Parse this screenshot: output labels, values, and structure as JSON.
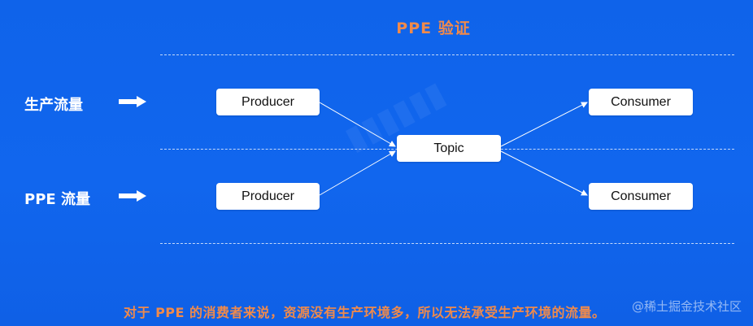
{
  "title": "PPE 验证",
  "lanes": {
    "production": {
      "label": "生产流量"
    },
    "ppe": {
      "label": "PPE  流量"
    }
  },
  "nodes": {
    "producer_top": "Producer",
    "producer_bottom": "Producer",
    "topic": "Topic",
    "consumer_top": "Consumer",
    "consumer_bottom": "Consumer"
  },
  "footer": "对于  PPE 的消费者来说，资源没有生产环境多，所以无法承受生产环境的流量。",
  "watermark": "@稀土掘金技术社区",
  "colors": {
    "background": "#1262e8",
    "title": "#f08a4b",
    "footer": "#f08a4b",
    "node_fill": "#ffffff"
  }
}
